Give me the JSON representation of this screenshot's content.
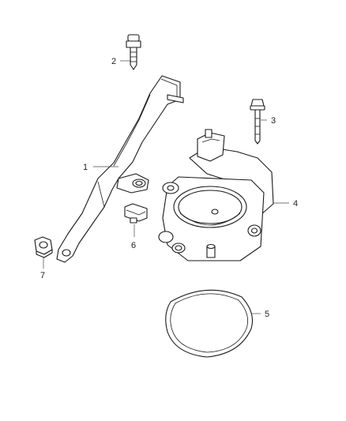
{
  "diagram": {
    "callouts": [
      {
        "id": "bracket",
        "number": "1"
      },
      {
        "id": "bolt-bracket",
        "number": "2"
      },
      {
        "id": "bolt-throttle-body",
        "number": "3"
      },
      {
        "id": "throttle-body",
        "number": "4"
      },
      {
        "id": "gasket",
        "number": "5"
      },
      {
        "id": "clip-nut",
        "number": "6"
      },
      {
        "id": "nut",
        "number": "7"
      }
    ]
  }
}
